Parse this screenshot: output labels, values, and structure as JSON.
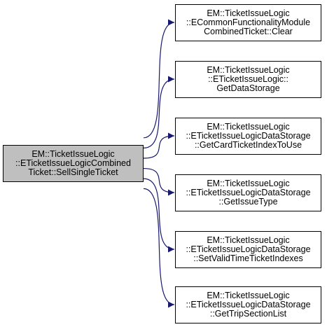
{
  "colors": {
    "source_fill": "#bfbfbf",
    "target_fill": "#ffffff",
    "border": "#000000",
    "edge": "#191970",
    "background": "#ffffff"
  },
  "source": {
    "id": "sell-single-ticket",
    "lines": [
      "EM::TicketIssueLogic",
      "::ETicketIssueLogicCombined",
      "Ticket::SellSingleTicket"
    ]
  },
  "targets": [
    {
      "id": "clear",
      "lines": [
        "EM::TicketIssueLogic",
        "::ECommonFunctionalityModule",
        "CombinedTicket::Clear"
      ]
    },
    {
      "id": "get-data-storage",
      "lines": [
        "EM::TicketIssueLogic",
        "::ETicketIssueLogic::",
        "GetDataStorage"
      ]
    },
    {
      "id": "get-card-ticket-index-to-use",
      "lines": [
        "EM::TicketIssueLogic",
        "::ETicketIssueLogicDataStorage",
        "::GetCardTicketIndexToUse"
      ]
    },
    {
      "id": "get-issue-type",
      "lines": [
        "EM::TicketIssueLogic",
        "::ETicketIssueLogicDataStorage",
        "::GetIssueType"
      ]
    },
    {
      "id": "set-valid-time-ticket-indexes",
      "lines": [
        "EM::TicketIssueLogic",
        "::ETicketIssueLogicDataStorage",
        "::SetValidTimeTicketIndexes"
      ]
    },
    {
      "id": "get-trip-section-list",
      "lines": [
        "EM::TicketIssueLogic",
        "::ETicketIssueLogicDataStorage",
        "::GetTripSectionList"
      ]
    }
  ]
}
